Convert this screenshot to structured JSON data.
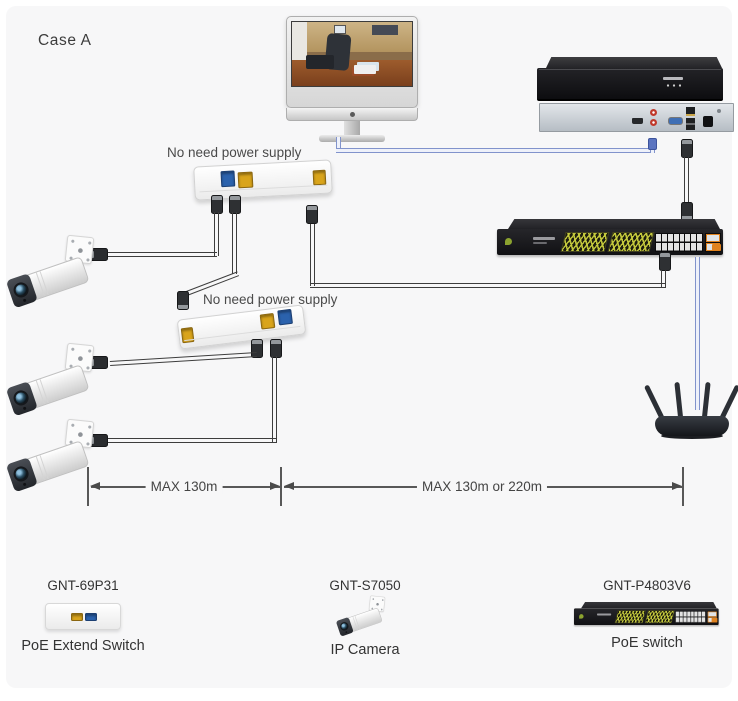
{
  "title": {
    "case_label": "Case A"
  },
  "annotations": {
    "extender1_note": "No need power supply",
    "extender2_note": "No need power supply"
  },
  "dimensions": {
    "left_label": "MAX 130m",
    "right_label": "MAX  130m or 220m"
  },
  "legend": {
    "items": [
      {
        "model": "GNT-69P31",
        "caption": "PoE Extend Switch",
        "icon": "poe-extender-icon"
      },
      {
        "model": "GNT-S7050",
        "caption": "IP Camera",
        "icon": "ip-camera-icon"
      },
      {
        "model": "GNT-P4803V6",
        "caption": "PoE switch",
        "icon": "poe-switch-icon"
      }
    ]
  },
  "icons": {
    "monitor": "surveillance-monitor-icon",
    "nvr": "nvr-recorder-icon",
    "poe_switch": "poe-switch-icon",
    "router": "wifi-router-icon",
    "extender": "poe-extender-icon",
    "camera": "ip-camera-icon",
    "connector": "rj45-connector-icon"
  },
  "colors": {
    "canvas_bg": "#f7f7f8",
    "text": "#3c3c3c",
    "cable_dark": "#3d3d3d",
    "cable_blue": "#8193cc",
    "port_yellow": "#d9a41b",
    "port_blue": "#2b62ad",
    "switch_hatch_yellow": "#c9ce3e",
    "uplink_orange": "#e0821e"
  }
}
